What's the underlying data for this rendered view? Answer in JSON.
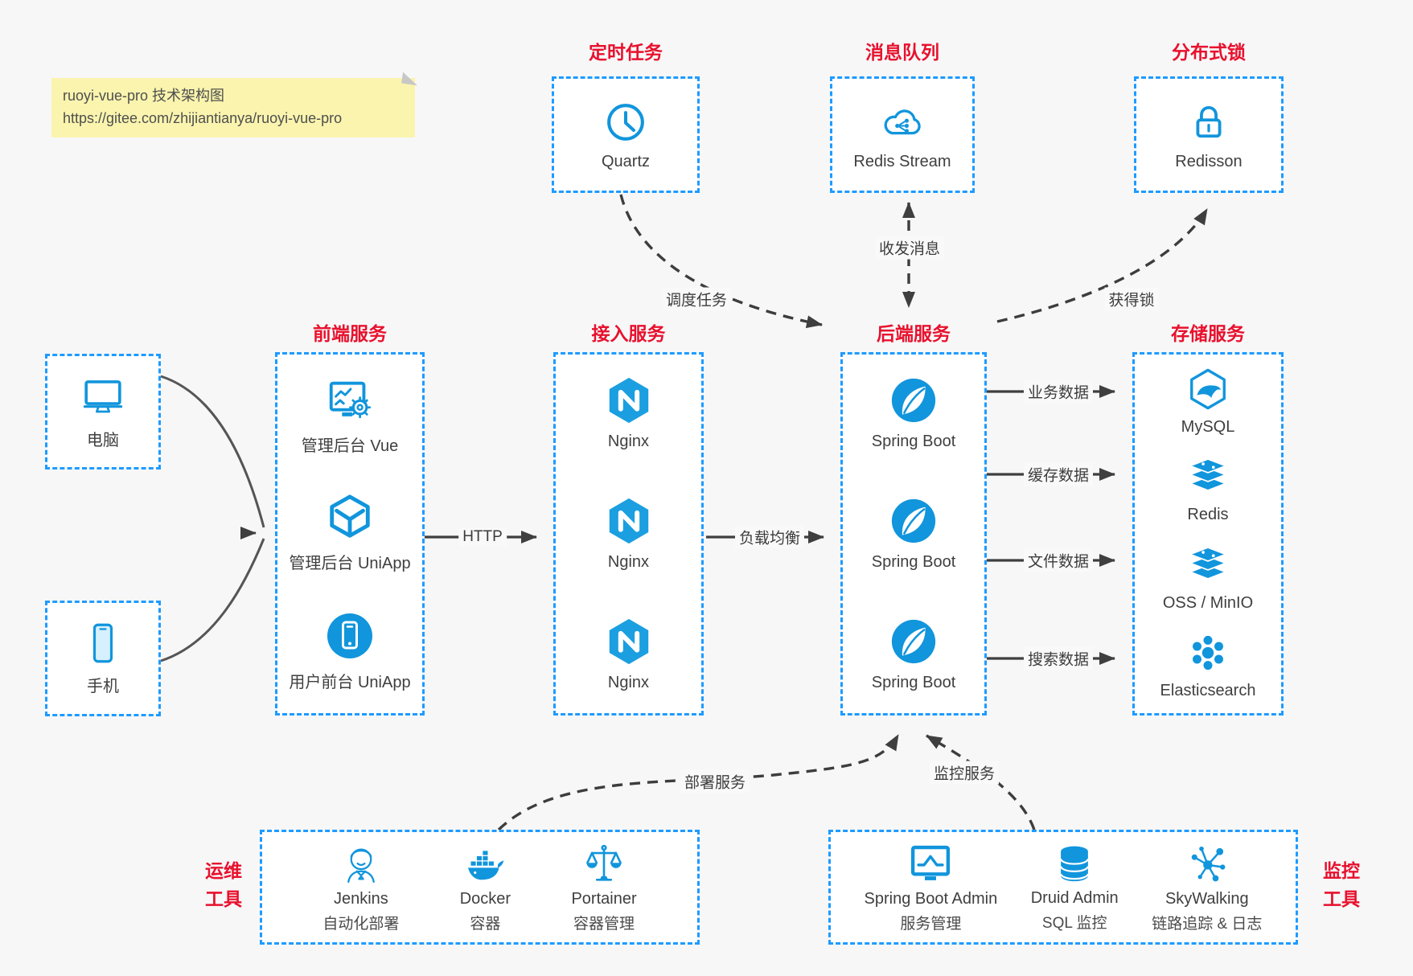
{
  "note": {
    "line1": "ruoyi-vue-pro 技术架构图",
    "line2": "https://gitee.com/zhijiantianya/ruoyi-vue-pro"
  },
  "colors": {
    "page_bg": "#f7f7f8",
    "box_border_blue": "#1e9bff",
    "icon_blue": "#1195dc",
    "title_red": "#e8112d",
    "arrow_dark": "#3f3f3f",
    "note_bg": "#faf4ae"
  },
  "groups": {
    "scheduled": {
      "title": "定时任务",
      "item": {
        "label": "Quartz",
        "icon": "clock-icon"
      }
    },
    "mq": {
      "title": "消息队列",
      "item": {
        "label": "Redis Stream",
        "icon": "cloud-share-icon"
      }
    },
    "lock": {
      "title": "分布式锁",
      "item": {
        "label": "Redisson",
        "icon": "lock-icon"
      }
    },
    "clients": {
      "pc": {
        "label": "电脑",
        "icon": "desktop-icon"
      },
      "mobile": {
        "label": "手机",
        "icon": "smartphone-icon"
      }
    },
    "frontend": {
      "title": "前端服务",
      "items": [
        {
          "label": "管理后台 Vue",
          "icon": "admin-vue-icon"
        },
        {
          "label": "管理后台 UniApp",
          "icon": "uniapp-cube-icon"
        },
        {
          "label": "用户前台 UniApp",
          "icon": "user-app-icon"
        }
      ]
    },
    "gateway": {
      "title": "接入服务",
      "items": [
        {
          "label": "Nginx",
          "icon": "nginx-icon"
        },
        {
          "label": "Nginx",
          "icon": "nginx-icon"
        },
        {
          "label": "Nginx",
          "icon": "nginx-icon"
        }
      ]
    },
    "backend": {
      "title": "后端服务",
      "items": [
        {
          "label": "Spring Boot",
          "icon": "spring-boot-icon"
        },
        {
          "label": "Spring Boot",
          "icon": "spring-boot-icon"
        },
        {
          "label": "Spring Boot",
          "icon": "spring-boot-icon"
        }
      ]
    },
    "storage": {
      "title": "存储服务",
      "items": [
        {
          "label": "MySQL",
          "icon": "mysql-icon"
        },
        {
          "label": "Redis",
          "icon": "redis-stack-icon"
        },
        {
          "label": "OSS / MinIO",
          "icon": "object-storage-icon"
        },
        {
          "label": "Elasticsearch",
          "icon": "elasticsearch-icon"
        }
      ]
    },
    "ops": {
      "title_lines": [
        "运维",
        "工具"
      ],
      "items": [
        {
          "label": "Jenkins",
          "sub": "自动化部署",
          "icon": "jenkins-icon"
        },
        {
          "label": "Docker",
          "sub": "容器",
          "icon": "docker-icon"
        },
        {
          "label": "Portainer",
          "sub": "容器管理",
          "icon": "portainer-icon"
        }
      ]
    },
    "monitoring": {
      "title_lines": [
        "监控",
        "工具"
      ],
      "items": [
        {
          "label": "Spring Boot Admin",
          "sub": "服务管理",
          "icon": "spring-boot-admin-icon"
        },
        {
          "label": "Druid Admin",
          "sub": "SQL 监控",
          "icon": "druid-icon"
        },
        {
          "label": "SkyWalking",
          "sub": "链路追踪 & 日志",
          "icon": "skywalking-icon"
        }
      ]
    }
  },
  "edges": {
    "http": "HTTP",
    "load_balance": "负载均衡",
    "schedule_task": "调度任务",
    "send_receive_message": "收发消息",
    "acquire_lock": "获得锁",
    "business_data": "业务数据",
    "cache_data": "缓存数据",
    "file_data": "文件数据",
    "search_data": "搜索数据",
    "deploy_service": "部署服务",
    "monitor_service": "监控服务"
  }
}
